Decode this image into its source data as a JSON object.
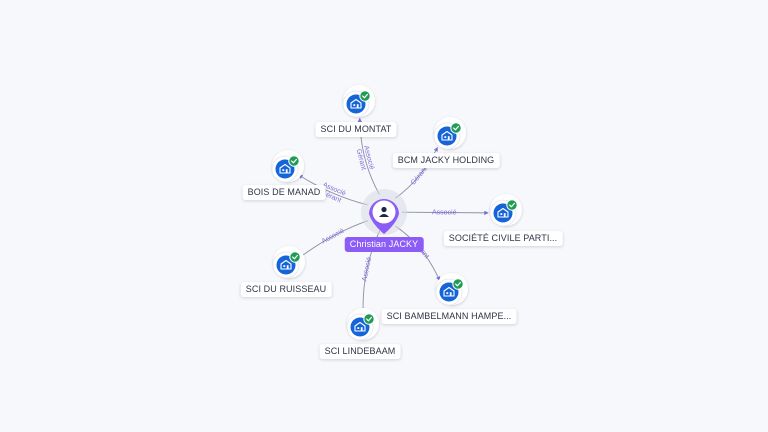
{
  "center": {
    "name": "Christian JACKY",
    "icon": "person-icon"
  },
  "colors": {
    "accent": "#8b5cf6",
    "company_icon_bg": "#1565d8",
    "check_badge": "#1f9d55",
    "edge": "#8a8fa3",
    "edge_label": "#7c6fd6"
  },
  "nodes": [
    {
      "id": "sci-du-montat",
      "name": "SCI DU MONTAT",
      "icon": "building-icon",
      "verified": true,
      "relation": [
        "Gérant",
        "Associé"
      ]
    },
    {
      "id": "bcm-jacky-holding",
      "name": "BCM JACKY HOLDING",
      "icon": "building-icon",
      "verified": true,
      "relation": [
        "Gérant"
      ]
    },
    {
      "id": "bois-de-manad",
      "name": "BOIS DE MANAD",
      "icon": "building-icon",
      "verified": true,
      "relation": [
        "Gérant",
        "Associé"
      ]
    },
    {
      "id": "societe-civile-parti",
      "name": "SOCIÉTÉ CIVILE PARTI...",
      "icon": "building-icon",
      "verified": true,
      "relation": [
        "Associé"
      ]
    },
    {
      "id": "sci-du-ruisseau",
      "name": "SCI DU RUISSEAU",
      "icon": "building-icon",
      "verified": true,
      "relation": [
        "Associé"
      ]
    },
    {
      "id": "sci-bambelmann-hampe",
      "name": "SCI BAMBELMANN HAMPE...",
      "icon": "building-icon",
      "verified": true,
      "relation": [
        "Gérant"
      ]
    },
    {
      "id": "sci-lindebaam",
      "name": "SCI LINDEBAAM",
      "icon": "building-icon",
      "verified": true,
      "relation": [
        "Associé"
      ]
    }
  ]
}
